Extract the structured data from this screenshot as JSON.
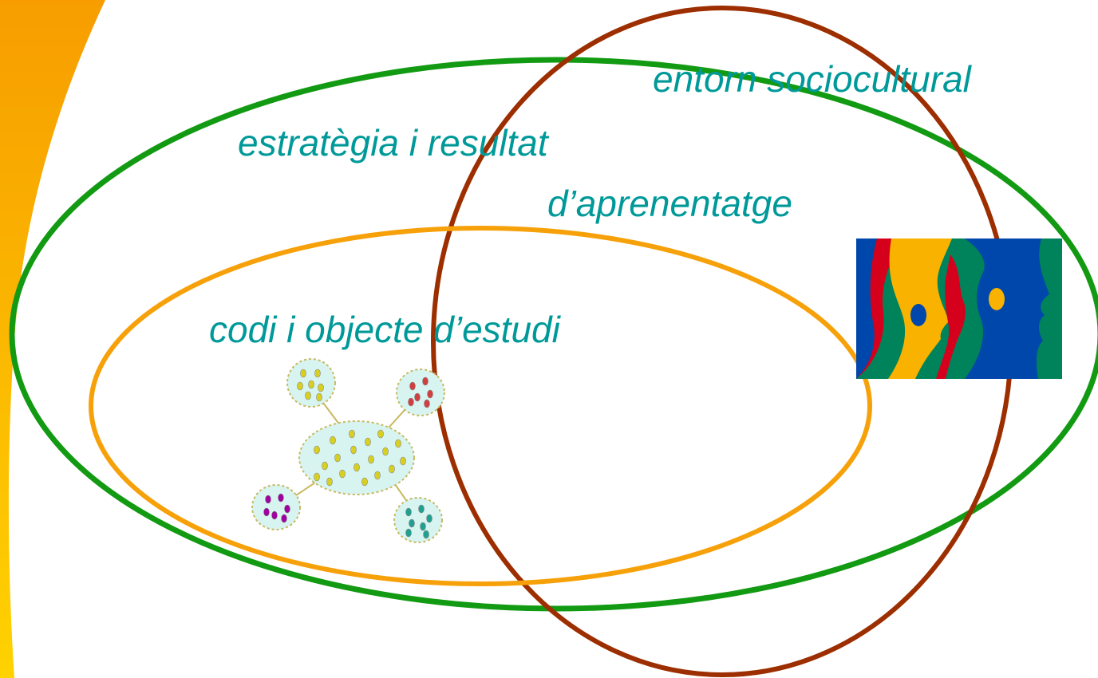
{
  "labels": {
    "outer_context": "entorn sociocultural",
    "strategy_line1": "estratègia i resultat",
    "strategy_line2": "d’aprenentatge",
    "code_object": "codi i objecte d’estudi"
  },
  "logo": {
    "name": "european-day-of-languages-faces-logo",
    "colors": [
      "#0047ab",
      "#f9b200",
      "#d4001c",
      "#00835a"
    ]
  },
  "network": {
    "description_icon": "cluster-network-icon",
    "dot_colors": [
      "#d8d020",
      "#d8d020",
      "#d04040",
      "#a000a0",
      "#20a090"
    ]
  },
  "colors": {
    "text": "#009999",
    "green_ellipse": "#129a12",
    "brown_ellipse": "#9c2e00",
    "orange_ellipse": "#f7a10a",
    "corner_yellow": "#ffd200",
    "corner_orange": "#f79d00",
    "cluster_fill": "#d8f4f0"
  }
}
